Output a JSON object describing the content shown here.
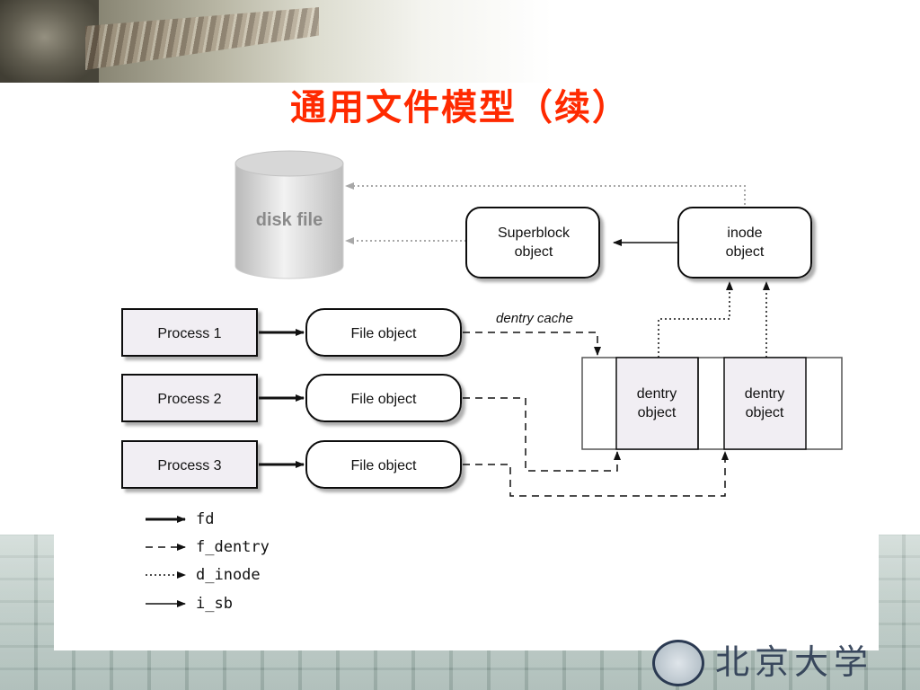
{
  "slide": {
    "title": "通用文件模型（续）",
    "logo_text": "北京大学"
  },
  "diagram": {
    "disk_label": "disk file",
    "superblock": {
      "line1": "Superblock",
      "line2": "object"
    },
    "inode": {
      "line1": "inode",
      "line2": "object"
    },
    "dentry_cache_label": "dentry cache",
    "processes": [
      "Process 1",
      "Process 2",
      "Process 3"
    ],
    "file_objects": [
      "File object",
      "File object",
      "File object"
    ],
    "dentries": [
      {
        "line1": "dentry",
        "line2": "object"
      },
      {
        "line1": "dentry",
        "line2": "object"
      }
    ]
  },
  "legend": [
    {
      "style": "solid-heavy",
      "label": "fd"
    },
    {
      "style": "dashed",
      "label": "f_dentry"
    },
    {
      "style": "dotted",
      "label": "d_inode"
    },
    {
      "style": "solid-thin",
      "label": "i_sb"
    }
  ]
}
